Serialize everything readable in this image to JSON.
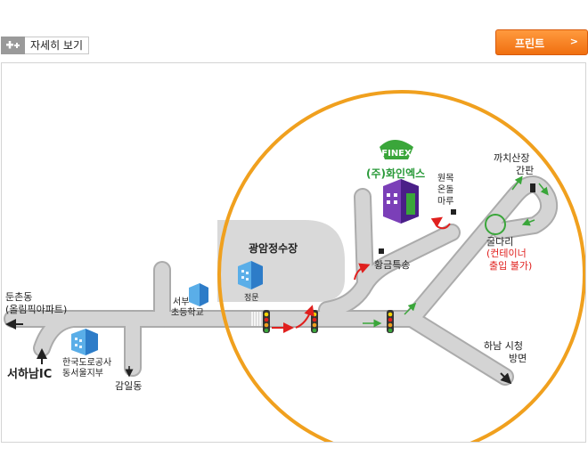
{
  "toolbar": {
    "detail_label": "자세히 보기",
    "print_label": "프린트"
  },
  "map": {
    "labels": {
      "gwangam": "광암정수장",
      "gate": "정문",
      "seobu_1": "서부",
      "seobu_2": "초등학교",
      "kec_1": "한국도로공사",
      "kec_2": "동서울지부",
      "gangil": "감일동",
      "seohanam": "서하남IC",
      "dunchon_1": "둔촌동",
      "dunchon_2": "(올림픽아파트)",
      "finex_logo": "FINEX",
      "company": "(주)화인엑스",
      "wonmok_1": "원목",
      "wonmok_2": "온돌",
      "wonmok_3": "마루",
      "hwanggeum": "황금특송",
      "kkachi_1": "까치산장",
      "kkachi_2": "간판",
      "guldari": "굴다리",
      "container_1": "(컨테이너",
      "container_2": "출입 불가)",
      "hanam_1": "하남 시청",
      "hanam_2": "방면"
    },
    "colors": {
      "road": "#c9c9c9",
      "road_edge": "#ababab",
      "circle": "#f0a01e",
      "route": "#e0201e",
      "green": "#3aa63a",
      "note": "#e0201e"
    }
  }
}
